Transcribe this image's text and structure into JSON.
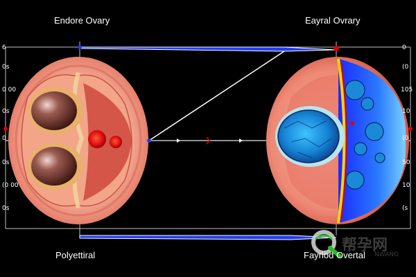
{
  "labels": {
    "top_left": "Endore Ovary",
    "top_right": "Eayral Ovrary",
    "bottom_left": "Polyettiral",
    "bottom_right": "Fayriod Overtal"
  },
  "left_ticks": [
    "6",
    "0s",
    "0 00",
    "0s",
    "0",
    "0s",
    "(0 00",
    "0s"
  ],
  "right_ticks": [
    "0",
    "(0",
    "105",
    "10",
    "(0",
    "50",
    "10",
    "(s"
  ],
  "watermark": {
    "main": "帮孕网",
    "sub": "NWANG"
  },
  "colors": {
    "accent_blue": "#1f3cff",
    "red_marker": "#e00000",
    "ovary_outer": "#f08a78",
    "follicle_blue": "#1a6fd0"
  }
}
